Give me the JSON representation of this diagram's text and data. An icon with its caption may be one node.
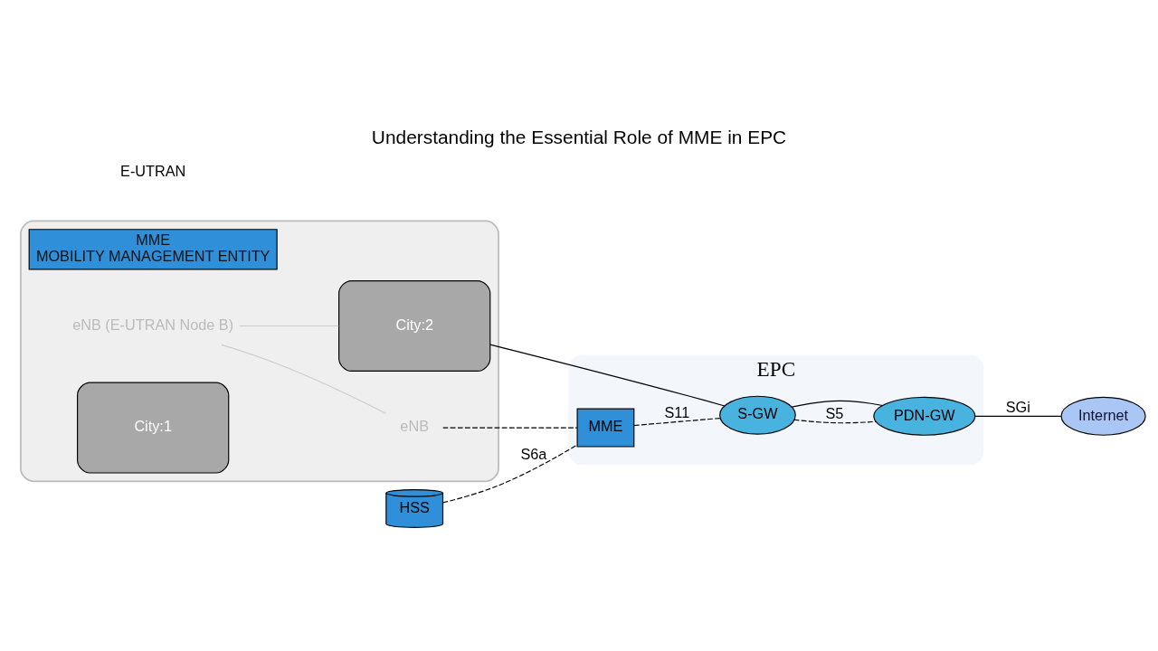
{
  "diagram": {
    "title": "Understanding the Essential Role of MME in EPC",
    "nodes": [
      {
        "text": [],
        "shape": "box"
      },
      {
        "text": [
          "MME",
          "MOBILITY MANAGEMENT ENTITY"
        ],
        "in": 0
      },
      {
        "text": [
          "eNB"
        ],
        "in": 0
      },
      {
        "text": [
          "eNB (E-UTRAN Node B)"
        ],
        "in": 0
      },
      {
        "text": [
          "City:1"
        ],
        "in": 0
      },
      {
        "text": [
          "City:2"
        ],
        "in": 0
      },
      {
        "text": [
          "EPC"
        ]
      },
      {
        "text": [
          "MME"
        ],
        "in": 6
      },
      {
        "text": [
          "HSS"
        ]
      },
      {
        "text": [
          "S-GW"
        ],
        "in": 6
      },
      {
        "text": [
          "PDN-GW"
        ],
        "in": 6
      },
      {
        "text": [
          "Internet"
        ]
      }
    ],
    "edges": [
      {
        "from": 8,
        "to": 7,
        "arrow": "none",
        "style": "dashed",
        "label": "S6a"
      },
      {
        "from": 2,
        "to": 7,
        "arrow": "none",
        "style": "dashed"
      },
      {
        "from": 7,
        "to": 9,
        "arrow": "none",
        "style": "dashed",
        "label": "S11"
      },
      {
        "from": 9,
        "to": 10,
        "arrow": "none",
        "style": "dashed",
        "label": "S5"
      },
      {
        "from": 9,
        "to": 10,
        "arrow": "none"
      },
      {
        "from": 10,
        "to": 11,
        "arrow": "none",
        "label": "SGi"
      },
      {
        "from": 5,
        "to": 9,
        "arrow": "none"
      },
      {
        "from": 3,
        "to": 2,
        "arrow": "none",
        "color": "#cccccc"
      },
      {
        "from": 3,
        "to": 5,
        "arrow": "none",
        "color": "#cccccc"
      }
    ],
    "labels": [
      "E-UTRAN"
    ]
  }
}
